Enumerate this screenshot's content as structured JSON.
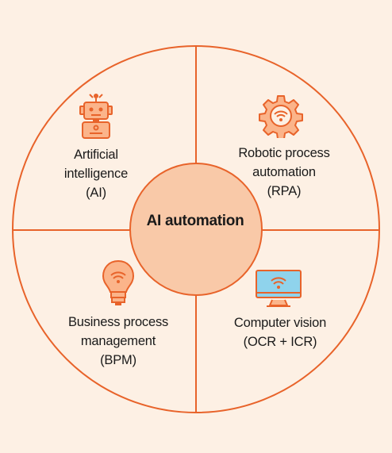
{
  "center": {
    "label": "AI automation"
  },
  "quadrants": [
    {
      "id": "ai",
      "lines": [
        "Artificial",
        "intelligence",
        "(AI)"
      ],
      "icon": "robot-icon"
    },
    {
      "id": "rpa",
      "lines": [
        "Robotic process",
        "automation",
        "(RPA)"
      ],
      "icon": "gear-wifi-icon"
    },
    {
      "id": "bpm",
      "lines": [
        "Business process",
        "management",
        "(BPM)"
      ],
      "icon": "lightbulb-wifi-icon"
    },
    {
      "id": "cv",
      "lines": [
        "Computer vision",
        "(OCR + ICR)"
      ],
      "icon": "monitor-wifi-icon"
    }
  ],
  "colors": {
    "background": "#fdf0e4",
    "outline": "#e8632a",
    "center_fill": "#f9c9a8",
    "icon_fill": "#fbb48a",
    "screen_fill": "#8fd3ec"
  }
}
